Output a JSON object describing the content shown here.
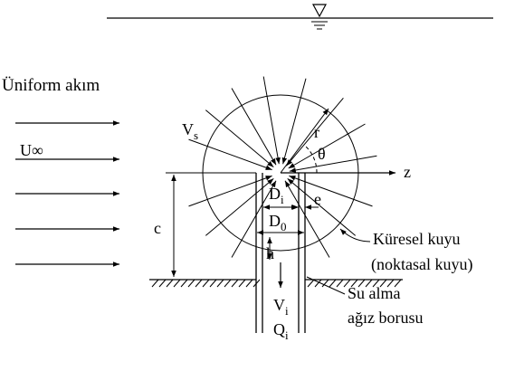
{
  "labels": {
    "uniform_flow": "Üniform akım",
    "u_infinity": "U∞",
    "v_s": "V",
    "v_s_sub": "s",
    "r": "r",
    "theta": "θ",
    "z": "z",
    "d_i": "D",
    "d_i_sub": "i",
    "d_0": "D",
    "d_0_sub": "0",
    "e": "e",
    "c": "c",
    "h": "h",
    "v_i": "V",
    "v_i_sub": "i",
    "q_i": "Q",
    "q_i_sub": "i",
    "spherical_well_1": "Küresel kuyu",
    "spherical_well_2": "(noktasal kuyu)",
    "intake_pipe_1": "Su alma",
    "intake_pipe_2": "ağız borusu"
  },
  "colors": {
    "stroke": "#000000",
    "background": "#ffffff"
  }
}
